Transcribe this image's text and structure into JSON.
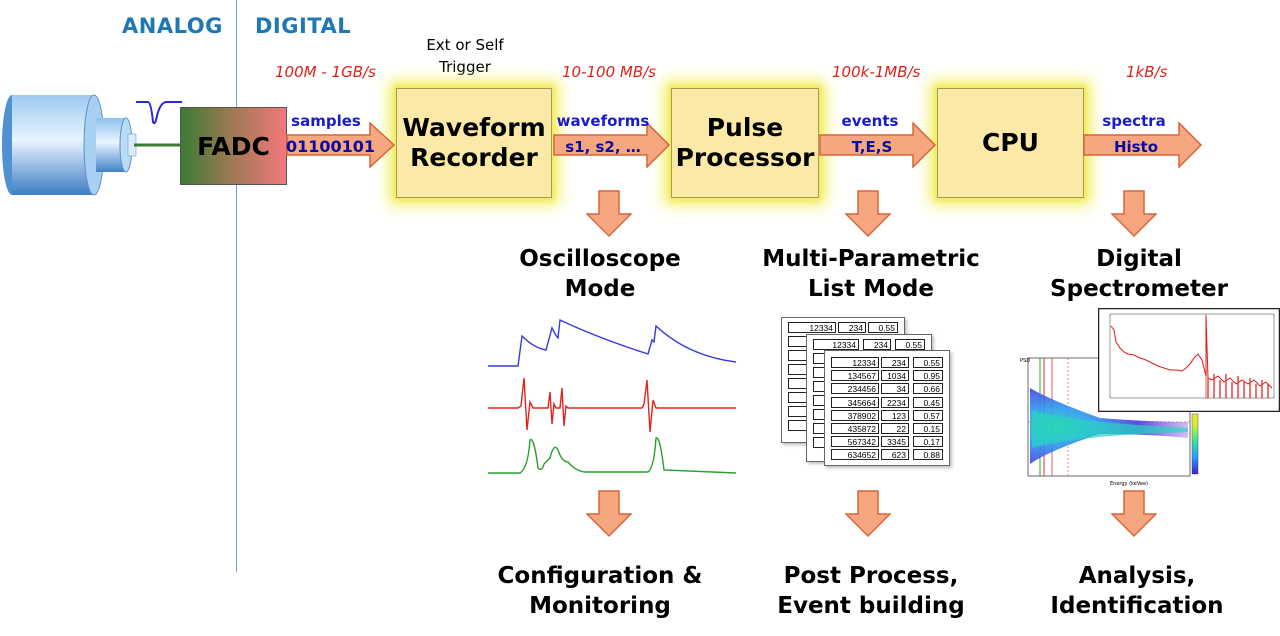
{
  "headers": {
    "analog": "ANALOG",
    "digital": "DIGITAL"
  },
  "trigger": {
    "line1": "Ext or Self",
    "line2": "Trigger"
  },
  "rates": [
    "100M - 1GB/s",
    "10-100 MB/s",
    "100k-1MB/s",
    "1kB/s"
  ],
  "blocks": {
    "fadc": "FADC",
    "waveform_recorder": [
      "Waveform",
      "Recorder"
    ],
    "pulse_processor": [
      "Pulse",
      "Processor"
    ],
    "cpu": "CPU"
  },
  "links": [
    {
      "label": "samples",
      "content": "01100101"
    },
    {
      "label": "waveforms",
      "content": "s1, s2, …"
    },
    {
      "label": "events",
      "content": "T,E,S"
    },
    {
      "label": "spectra",
      "content": "Histo"
    }
  ],
  "modes": {
    "oscilloscope": [
      "Oscilloscope",
      "Mode"
    ],
    "list": [
      "Multi-Parametric",
      "List Mode"
    ],
    "spectrometer": [
      "Digital",
      "Spectrometer"
    ]
  },
  "outcomes": {
    "configuration": [
      "Configuration &",
      "Monitoring"
    ],
    "post_process": [
      "Post Process,",
      "Event building"
    ],
    "analysis": [
      "Analysis,",
      "Identification"
    ]
  },
  "list_table": {
    "back_row": [
      "12334",
      "234",
      "0.55"
    ],
    "rows": [
      [
        "12334",
        "234",
        "0.55"
      ],
      [
        "134567",
        "1034",
        "0.95"
      ],
      [
        "234456",
        "34",
        "0.66"
      ],
      [
        "345664",
        "2234",
        "0.45"
      ],
      [
        "378902",
        "123",
        "0.57"
      ],
      [
        "435872",
        "22",
        "0.15"
      ],
      [
        "567342",
        "3345",
        "0.17"
      ],
      [
        "634652",
        "623",
        "0.88"
      ]
    ]
  },
  "colors": {
    "header_blue": "#1f78b4",
    "rate_red": "#e0201b",
    "block_fill": "#fbe9a7",
    "block_glow": "#f3ef60",
    "arrow_fill": "#f6a77f",
    "arrow_stroke": "#d9643a",
    "fadc_green": "#3c7a35",
    "fadc_red": "#f5777a",
    "trace_blue": "#3b3bdc",
    "trace_red": "#e3241c",
    "trace_green": "#27a12a"
  },
  "icons": [
    "detector-icon",
    "pulse-icon",
    "histogram-icon",
    "psd-plot-icon"
  ]
}
